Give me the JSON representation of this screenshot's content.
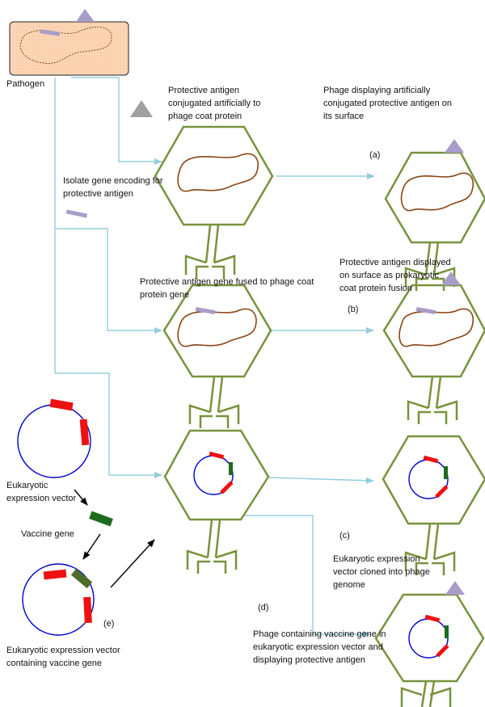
{
  "labels": {
    "pathogen": "Pathogen",
    "conjugated": "Protective antigen\nconjugated artificially to\nphage coat protein",
    "phage_display_conj": "Phage displaying artificially\nconjugated protective antigen on\nits surface",
    "a": "(a)",
    "isolate_gene": "Isolate gene encoding for\nprotective antigen",
    "gene_fused": "Protective antigen gene fused to phage coat\nprotein gene",
    "displayed_surface": "Protective antigen displayed\non surface as prokaryotic\ncoat protein fusion",
    "b": "(b)",
    "euk_vector": "Eukaryotic\nexpression vector",
    "vaccine_gene": "Vaccine gene",
    "e": "(e)",
    "euk_vector_vaccine": "Eukaryotic expression vector\ncontaining vaccine gene",
    "c": "(c)",
    "euk_cloned": "Eukaryotic expression\nvector cloned into phage\ngenome",
    "d": "(d)",
    "phage_containing": "Phage containing vaccine gene in\neukaryotic expression vector and\ndisplaying protective antigen"
  },
  "colors": {
    "phage_outline": "#77933c",
    "flow_arrow": "#93cddd",
    "dna": "#8b4513",
    "antigen": "#a89cc8",
    "antigen_gene": "#a89cc8",
    "plasmid": "#0000cc",
    "promoter_red": "#ee1111",
    "vaccine_gene_green": "#1e6b1e",
    "pathogen_fill": "#fbd5b5",
    "black_arrow": "#000000"
  }
}
